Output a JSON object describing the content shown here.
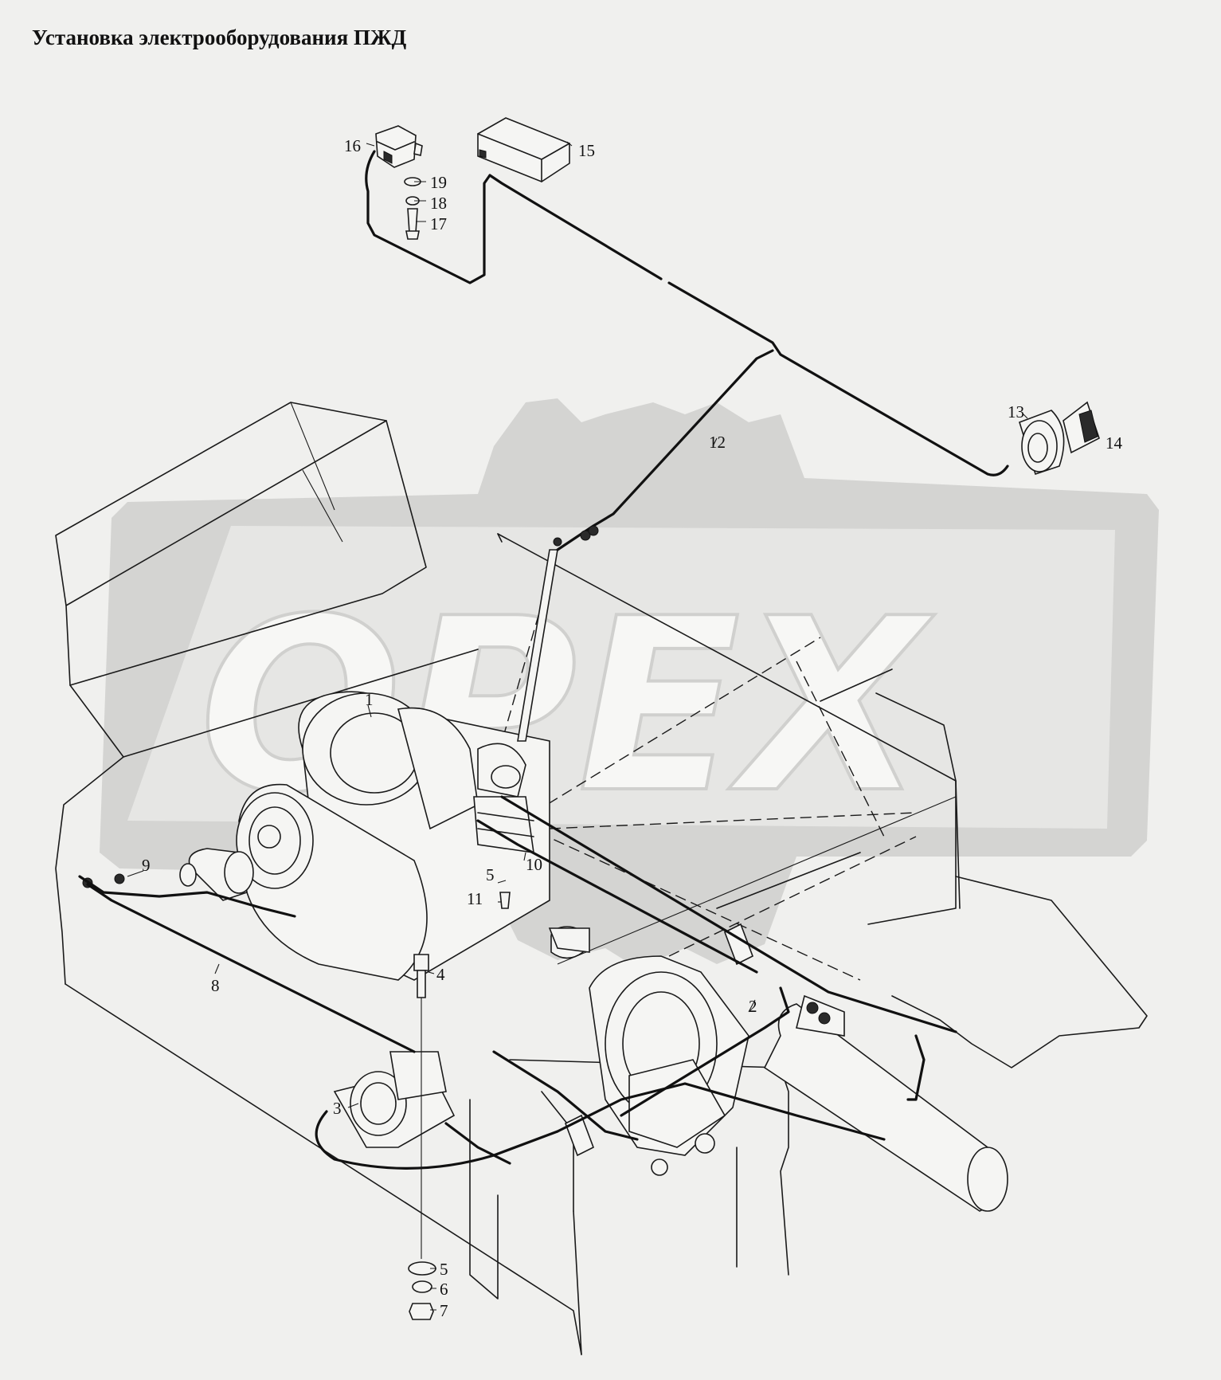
{
  "title": "Установка электрооборудования ПЖД",
  "watermark": {
    "text": "OPEX",
    "color": "#d4d4d2"
  },
  "callouts": [
    "1",
    "2",
    "3",
    "4",
    "5",
    "5",
    "5",
    "6",
    "7",
    "8",
    "9",
    "10",
    "11",
    "12",
    "13",
    "14",
    "15",
    "16",
    "17",
    "18",
    "19"
  ]
}
